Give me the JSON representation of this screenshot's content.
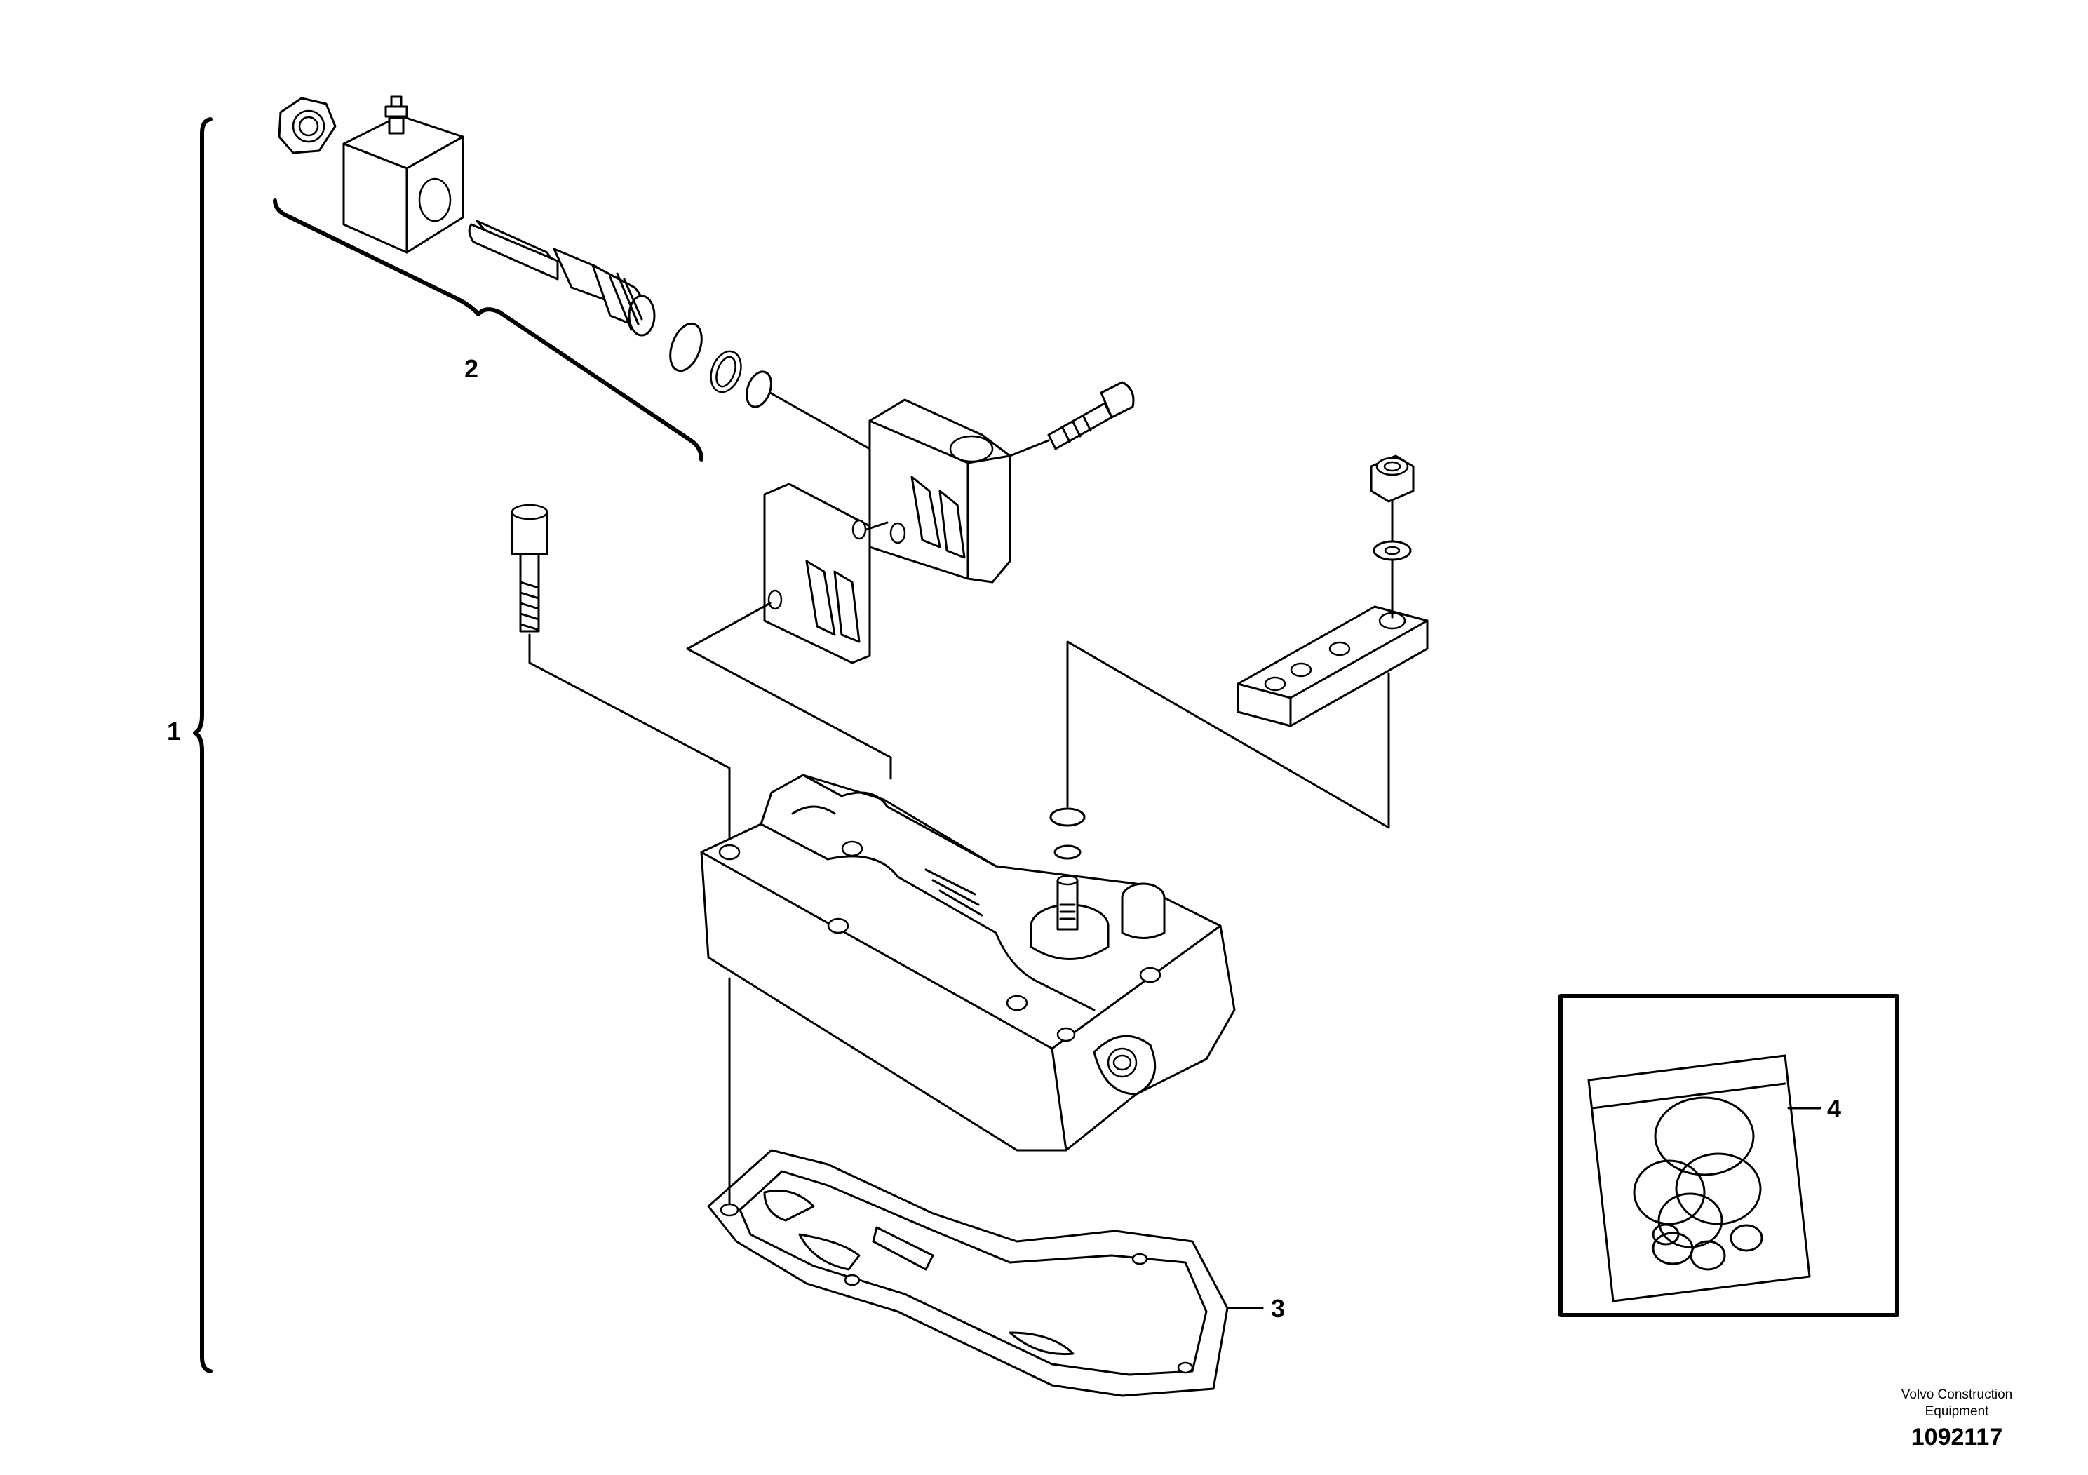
{
  "callouts": {
    "c1": "1",
    "c2": "2",
    "c3": "3",
    "c4": "4"
  },
  "footer": {
    "brand_line_1": "Volvo Construction",
    "brand_line_2": "Equipment",
    "part_number": "1092117"
  },
  "colors": {
    "line": "#000000",
    "background": "#ffffff"
  }
}
